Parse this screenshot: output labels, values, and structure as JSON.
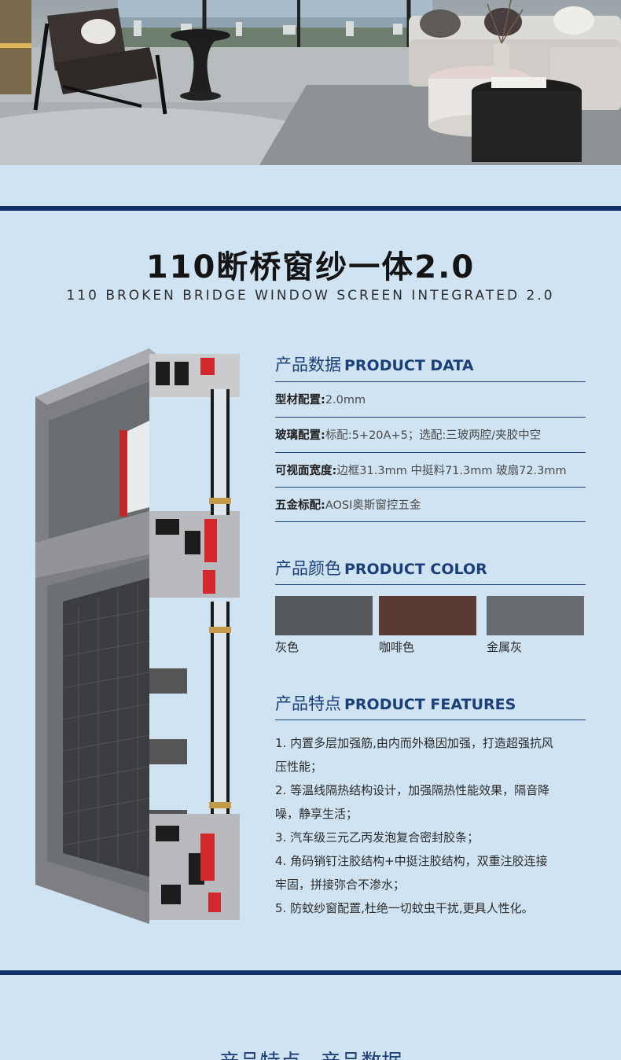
{
  "title": {
    "main": "110断桥窗纱一体2.0",
    "sub": "110 BROKEN BRIDGE WINDOW SCREEN INTEGRATED 2.0"
  },
  "product_data": {
    "heading_cn": "产品数据",
    "heading_en": "PRODUCT DATA",
    "items": [
      {
        "label": "型材配置:",
        "value": "2.0mm"
      },
      {
        "label": "玻璃配置:",
        "value": "标配:5+20A+5；选配:三玻两腔/夹胶中空"
      },
      {
        "label": "可视面宽度:",
        "value": "边框31.3mm  中挺料71.3mm  玻扇72.3mm"
      },
      {
        "label": "五金标配:",
        "value": "AOSI奥斯窗控五金"
      }
    ]
  },
  "product_color": {
    "heading_cn": "产品颜色",
    "heading_en": "PRODUCT COLOR",
    "colors": [
      {
        "name": "灰色",
        "hex": "#56595c"
      },
      {
        "name": "咖啡色",
        "hex": "#5a3a34"
      },
      {
        "name": "金属灰",
        "hex": "#676a6e"
      }
    ]
  },
  "product_features": {
    "heading_cn": "产品特点",
    "heading_en": "PRODUCT FEATURES",
    "lines": [
      "1. 内置多层加强筋,由内而外稳因加强，打造超强抗风",
      "压性能；",
      "2. 等温线隔热结构设计，加强隔热性能效果，隔音降",
      "噪，静享生活；",
      "3. 汽车级三元乙丙发泡复合密封胶条；",
      "4. 角码销钉注胶结构+中挺注胶结构，双重注胶连接",
      "牢固，拼接弥合不渗水；",
      "5. 防蚊纱窗配置,杜绝一切蚊虫干扰,更具人性化。"
    ]
  },
  "footer_partial": "产品特点 · 产品数据",
  "colors": {
    "accent": "#0f2f66",
    "heading": "#1b3f7a",
    "background": "#cfe3f3"
  }
}
